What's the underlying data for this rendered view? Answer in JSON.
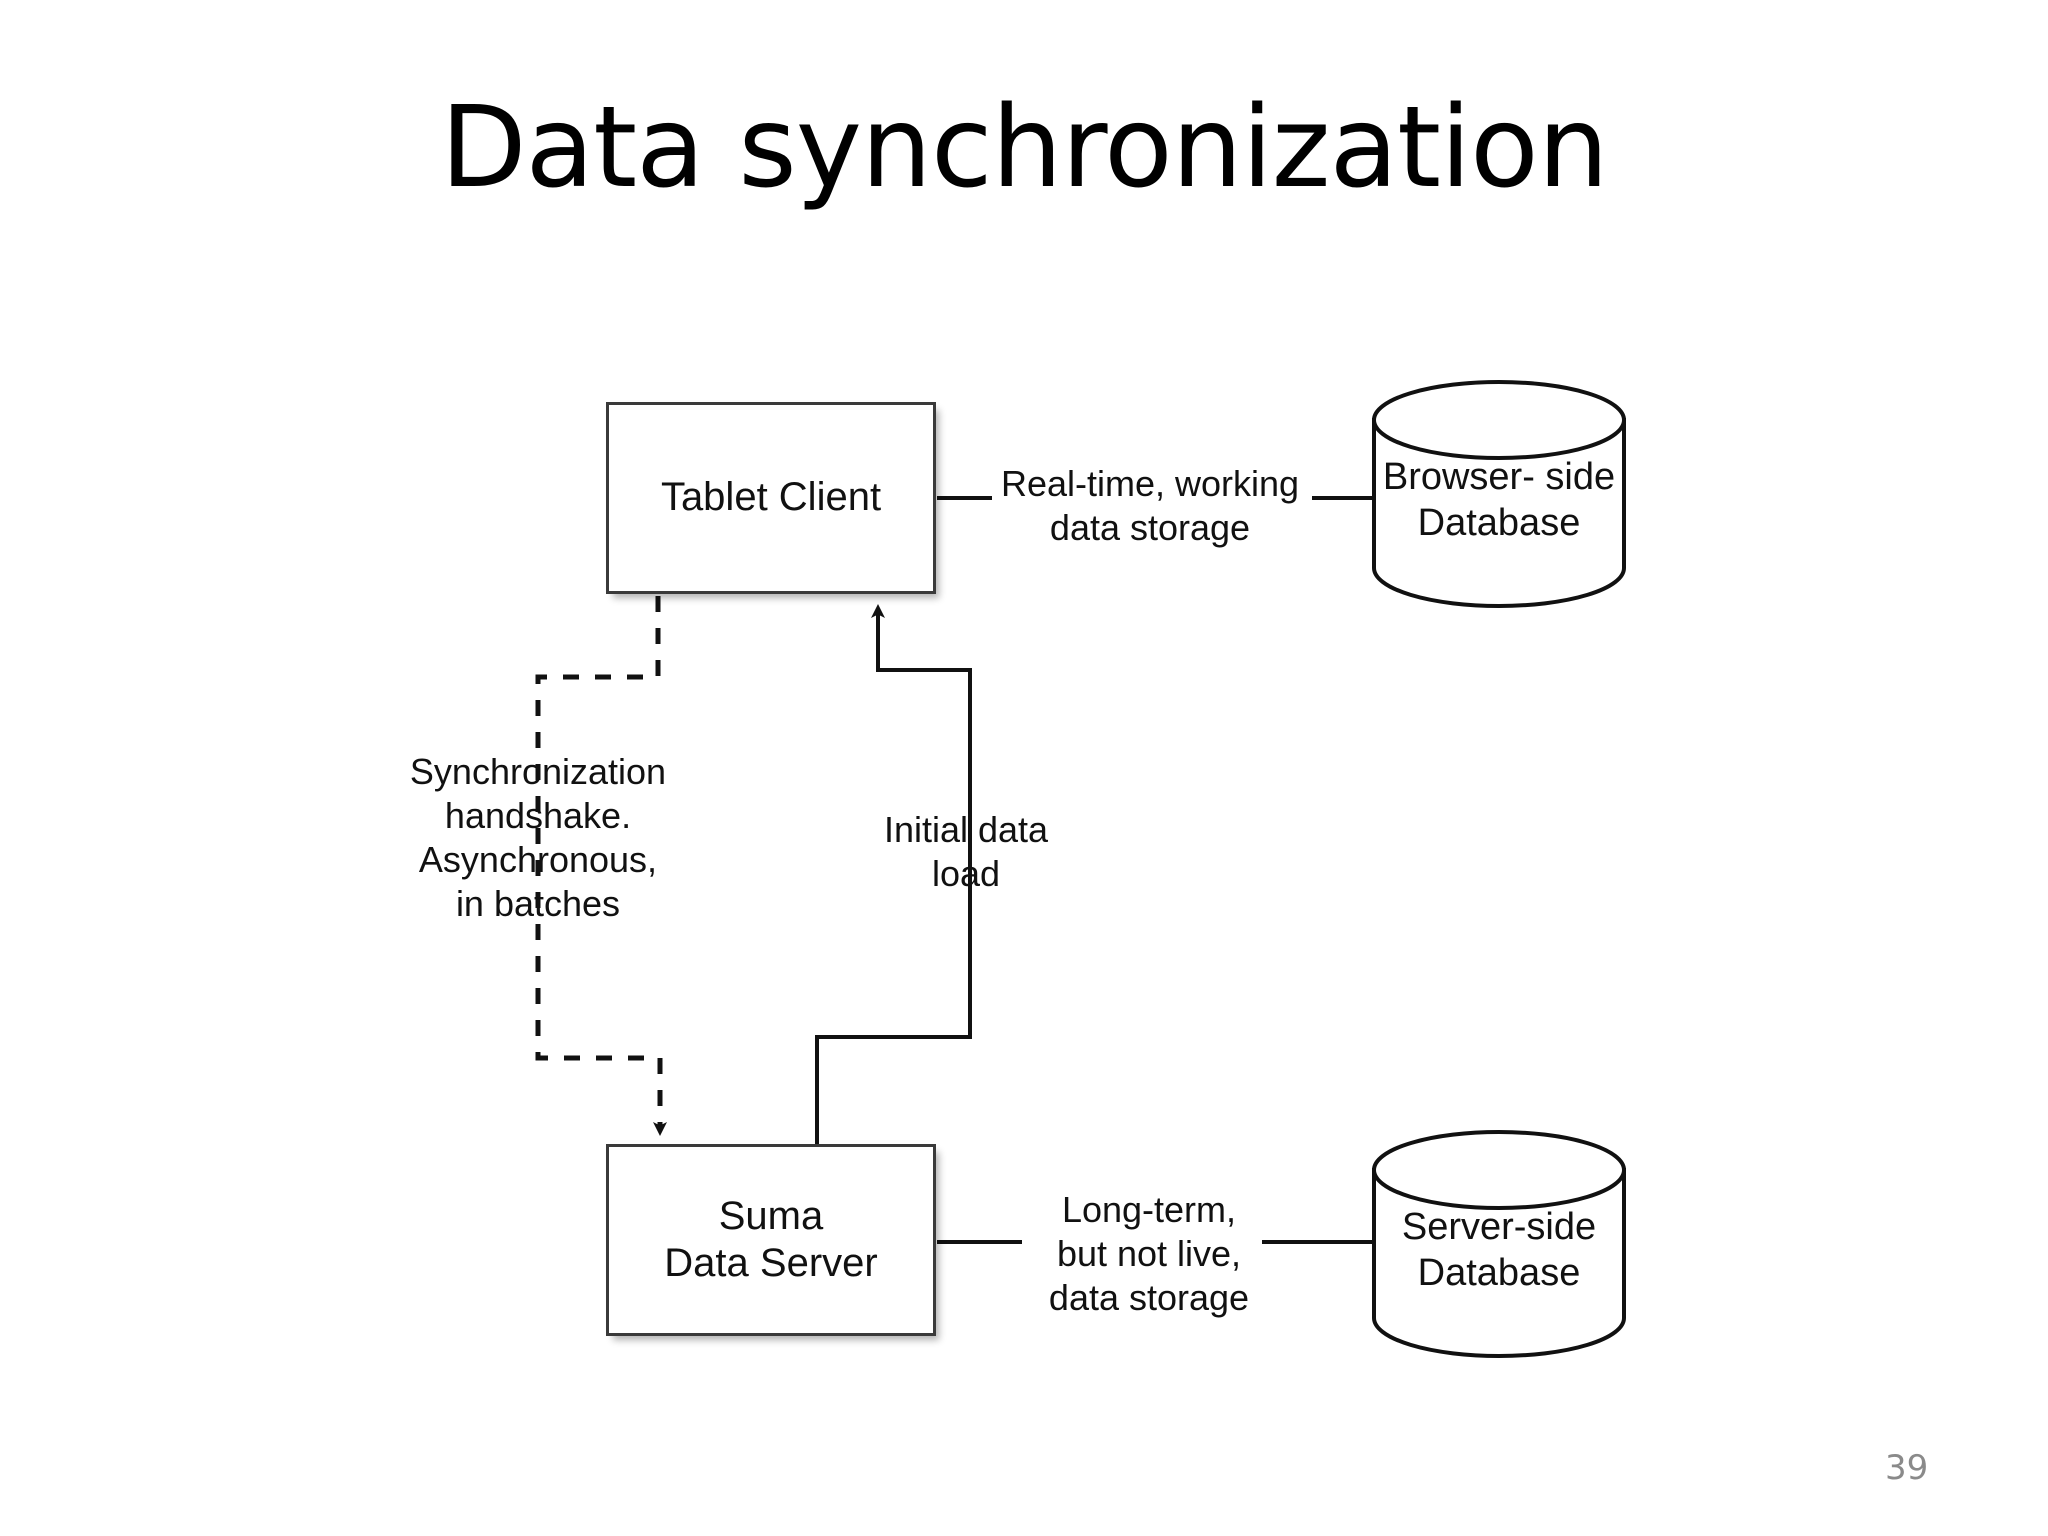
{
  "slide": {
    "title": "Data synchronization",
    "page_number": "39"
  },
  "diagram": {
    "type": "block-diagram",
    "nodes": [
      {
        "id": "tablet-client",
        "shape": "rectangle",
        "label": "Tablet Client"
      },
      {
        "id": "browser-db",
        "shape": "cylinder",
        "label": "Browser-\nside\nDatabase"
      },
      {
        "id": "suma-server",
        "shape": "rectangle",
        "label": "Suma\nData Server"
      },
      {
        "id": "server-db",
        "shape": "cylinder",
        "label": "Server-side\nDatabase"
      }
    ],
    "edges": [
      {
        "id": "tablet-to-browserdb",
        "from": "tablet-client",
        "to": "browser-db",
        "style": "solid",
        "arrow": "none",
        "label": "Real-time, working\ndata storage"
      },
      {
        "id": "tablet-to-suma",
        "from": "tablet-client",
        "to": "suma-server",
        "style": "dashed",
        "arrow": "to",
        "label": "Synchronization\nhandshake.\nAsynchronous,\nin batches"
      },
      {
        "id": "suma-to-tablet",
        "from": "suma-server",
        "to": "tablet-client",
        "style": "solid",
        "arrow": "to",
        "label": "Initial data\nload"
      },
      {
        "id": "suma-to-serverdb",
        "from": "suma-server",
        "to": "server-db",
        "style": "solid",
        "arrow": "none",
        "label": "Long-term,\nbut not live,\ndata storage"
      }
    ]
  },
  "colors": {
    "background": "#ffffff",
    "stroke": "#3a3a3a",
    "text": "#111111",
    "page_number": "#8a8a8a"
  }
}
